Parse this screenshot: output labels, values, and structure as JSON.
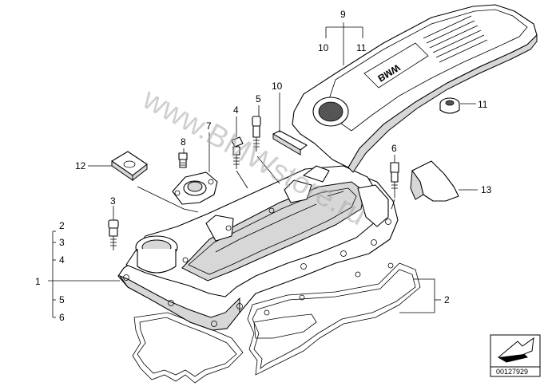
{
  "labels": {
    "l9": "9",
    "l10_top": "10",
    "l11_top": "11",
    "l10": "10",
    "l11": "11",
    "l7": "7",
    "l4": "4",
    "l5": "5",
    "l8": "8",
    "l6": "6",
    "l12": "12",
    "l13": "13",
    "l3": "3",
    "l2_stack": "2",
    "l3_stack": "3",
    "l4_stack": "4",
    "l1": "1",
    "l5_stack": "5",
    "l6_stack": "6",
    "l2_right": "2"
  },
  "cover_logo": "BMW",
  "watermark": "www.BMWstore.ru",
  "doc_number": "00127929",
  "colors": {
    "line": "#000000",
    "watermark": "#a9a9a9",
    "background": "#ffffff"
  },
  "icons": [
    "arrow-icon"
  ]
}
